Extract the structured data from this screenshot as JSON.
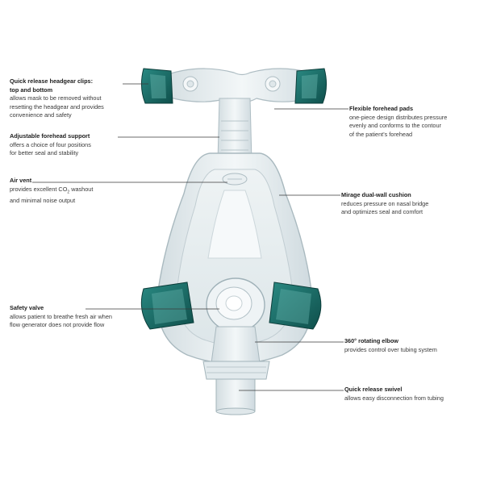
{
  "colors": {
    "teal": "#1a6b66",
    "clip_dark": "#0f4f4b",
    "mask_clear": "#e4ebee",
    "mask_edge": "#b9c7cc",
    "leader": "#3a3a3a"
  },
  "callouts": {
    "headgear_clips": {
      "title": "Quick release headgear clips:",
      "title2": "top and bottom",
      "lines": [
        "allows mask to be removed without",
        "resetting the headgear and provides",
        "convenience and safety"
      ]
    },
    "forehead_support": {
      "title": "Adjustable forehead support",
      "lines": [
        "offers a choice of four positions",
        "for better seal and stability"
      ]
    },
    "air_vent": {
      "title": "Air vent",
      "line1_pre": "provides excellent CO",
      "line1_sub": "2",
      "line1_post": " washout",
      "line2": "and minimal noise output"
    },
    "safety_valve": {
      "title": "Safety valve",
      "lines": [
        "allows patient to breathe fresh air when",
        "flow generator does  not provide flow"
      ]
    },
    "forehead_pads": {
      "title": "Flexible forehead pads",
      "lines": [
        "one-piece design distributes pressure",
        "evenly and conforms to the contour",
        "of the patient's forehead"
      ]
    },
    "cushion": {
      "title": "Mirage dual-wall cushion",
      "lines": [
        "reduces pressure on nasal bridge",
        "and optimizes seal and comfort"
      ]
    },
    "elbow": {
      "title": "360° rotating elbow",
      "lines": [
        "provides control over tubing system"
      ]
    },
    "swivel": {
      "title": "Quick release swivel",
      "lines": [
        "allows easy disconnection from tubing"
      ]
    }
  }
}
